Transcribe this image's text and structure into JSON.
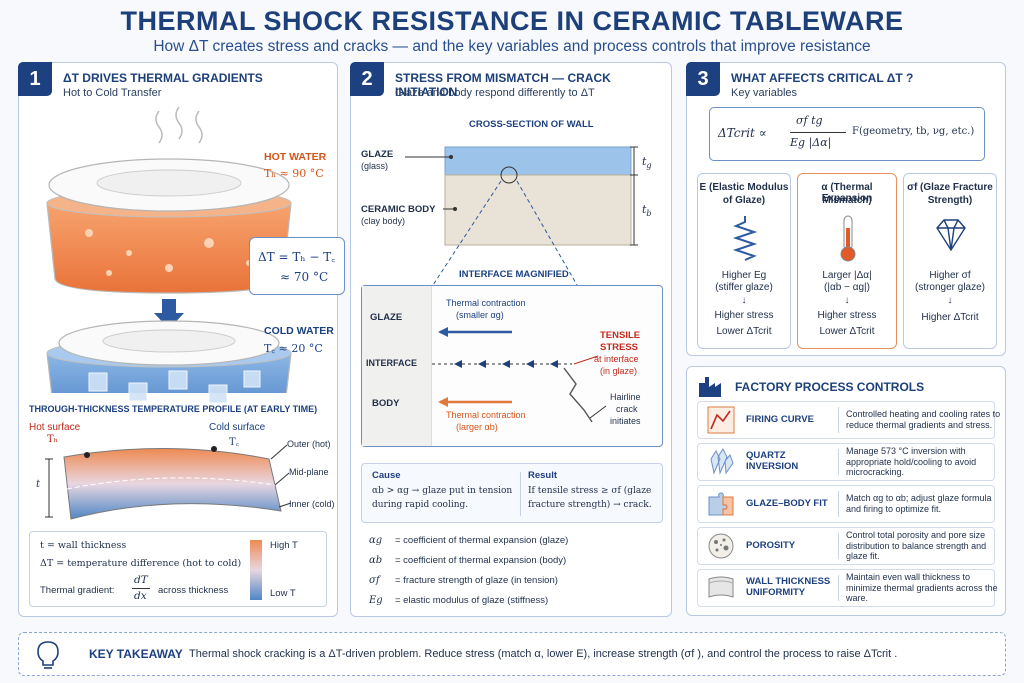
{
  "header": {
    "title": "THERMAL SHOCK RESISTANCE IN CERAMIC TABLEWARE",
    "subtitle": "How ΔT creates stress and cracks — and the key variables and process controls that improve resistance"
  },
  "panel1": {
    "num": "1",
    "title": "ΔT DRIVES THERMAL GRADIENTS",
    "subtitle": "Hot to Cold Transfer",
    "hot_label": "HOT WATER",
    "hot_temp": "Tₕ ≈ 90 °C",
    "delta_line1": "ΔT = Tₕ − T꜀",
    "delta_line2": "≈ 70 °C",
    "cold_label": "COLD WATER",
    "cold_temp": "T꜀ ≈ 20 °C",
    "profile_title": "THROUGH-THICKNESS TEMPERATURE PROFILE (AT EARLY TIME)",
    "hot_surface": "Hot surface",
    "th": "Tₕ",
    "cold_surface": "Cold surface",
    "tc": "T꜀",
    "t": "t",
    "outer": "Outer (hot)",
    "mid": "Mid-plane",
    "inner": "Inner (cold)",
    "legend_t": "t    = wall thickness",
    "legend_dt": "ΔT  = temperature difference (hot to cold)",
    "legend_grad_label": "Thermal gradient:",
    "legend_grad_num": "dT",
    "legend_grad_den": "dx",
    "legend_grad_tail": "across thickness",
    "high_t": "High T",
    "low_t": "Low T"
  },
  "panel2": {
    "num": "2",
    "title": "STRESS FROM MISMATCH — CRACK INITIATION",
    "subtitle": "Glaze and body respond differently to ΔT",
    "cross_title": "CROSS-SECTION OF WALL",
    "glaze": "GLAZE",
    "glaze_sub": "(glass)",
    "body": "CERAMIC BODY",
    "body_sub": "(clay body)",
    "tg": "t",
    "tg_sub": "g",
    "tb": "t",
    "tb_sub": "b",
    "mag_title": "INTERFACE MAGNIFIED",
    "m_glaze": "GLAZE",
    "m_interface": "INTERFACE",
    "m_body": "BODY",
    "contract_g1": "Thermal contraction",
    "contract_g2": "(smaller αg)",
    "contract_b1": "Thermal contraction",
    "contract_b2": "(larger αb)",
    "tensile1": "TENSILE",
    "tensile2": "STRESS",
    "tensile3": "at interface",
    "tensile4": "(in glaze)",
    "crack1": "Hairline",
    "crack2": "crack",
    "crack3": "initiates",
    "cause_title": "Cause",
    "cause_1": "αb > αg → glaze put in tension",
    "cause_2": "during rapid cooling.",
    "result_title": "Result",
    "result_1": "If tensile stress ≥ σf (glaze",
    "result_2": "fracture strength) → crack.",
    "defs": [
      {
        "sym": "αg",
        "text": "= coefficient of thermal expansion (glaze)"
      },
      {
        "sym": "αb",
        "text": "= coefficient of thermal expansion (body)"
      },
      {
        "sym": "σf",
        "text": "= fracture strength of glaze (in tension)"
      },
      {
        "sym": "Eg",
        "text": "= elastic modulus of glaze (stiffness)"
      }
    ]
  },
  "panel3": {
    "num": "3",
    "title": "WHAT AFFECTS CRITICAL ΔT ?",
    "subtitle": "Key variables",
    "formula_lhs": "ΔTcrit  ∝",
    "formula_num": "σf  tg",
    "formula_den": "Eg  |Δα|",
    "formula_tail": "F(geometry, tb, νg, etc.)",
    "cards": [
      {
        "title1": "E (Elastic Modulus",
        "title2": "of Glaze)",
        "l1": "Higher Eg",
        "l2": "(stiffer glaze)",
        "l3": "Higher stress",
        "l4": "Lower ΔTcrit"
      },
      {
        "title1": "α (Thermal Expansion",
        "title2": "Mismatch)",
        "l1": "Larger |Δα|",
        "l2": "(|αb − αg|)",
        "l3": "Higher stress",
        "l4": "Lower ΔTcrit"
      },
      {
        "title1": "σf (Glaze Fracture",
        "title2": "Strength)",
        "l1": "Higher σf",
        "l2": "(stronger glaze)",
        "l3": "Higher ΔTcrit",
        "l4": ""
      }
    ]
  },
  "panel4": {
    "title": "FACTORY PROCESS CONTROLS",
    "rows": [
      {
        "label": "FIRING CURVE",
        "desc": "Controlled heating and cooling rates to reduce thermal gradients and stress."
      },
      {
        "label": "QUARTZ INVERSION",
        "desc": "Manage 573 °C inversion with appropriate hold/cooling to avoid microcracking."
      },
      {
        "label": "GLAZE–BODY FIT",
        "desc": "Match αg to αb; adjust glaze formula and firing to optimize fit."
      },
      {
        "label": "POROSITY",
        "desc": "Control total porosity and pore size distribution to balance strength and glaze fit."
      },
      {
        "label": "WALL THICKNESS UNIFORMITY",
        "desc": "Maintain even wall thickness to minimize thermal gradients across the ware."
      }
    ]
  },
  "footer": {
    "label": "KEY TAKEAWAY",
    "text": "Thermal shock cracking is a ΔT-driven problem.  Reduce stress (match α, lower E), increase strength (σf ), and control the process to raise ΔTcrit ."
  },
  "colors": {
    "navy": "#1d4080",
    "orange": "#d4561c",
    "red": "#c22a1e",
    "hot": "#f08a52",
    "cold": "#4f86c6"
  }
}
